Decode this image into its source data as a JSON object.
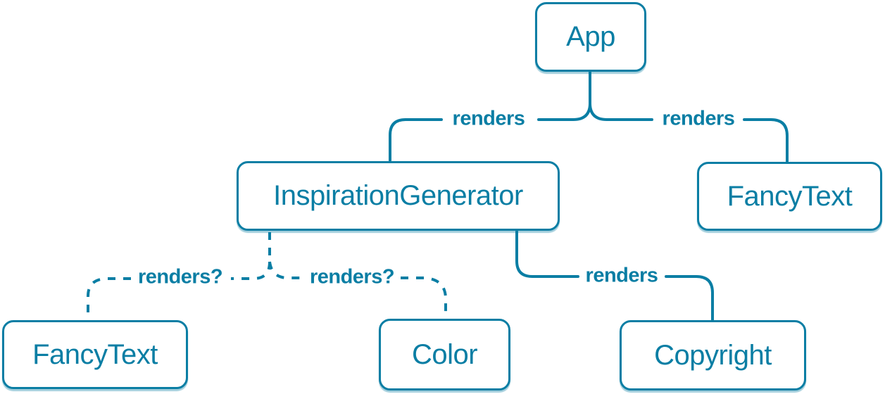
{
  "colors": {
    "accent": "#0a7ea4",
    "node_background": "#ffffff"
  },
  "nodes": [
    {
      "id": "app",
      "label": "App"
    },
    {
      "id": "inspiration-generator",
      "label": "InspirationGenerator"
    },
    {
      "id": "fancy-text-top",
      "label": "FancyText"
    },
    {
      "id": "fancy-text-bottom",
      "label": "FancyText"
    },
    {
      "id": "color",
      "label": "Color"
    },
    {
      "id": "copyright",
      "label": "Copyright"
    }
  ],
  "edges": [
    {
      "from": "App",
      "to": "InspirationGenerator",
      "label": "renders",
      "style": "solid"
    },
    {
      "from": "App",
      "to": "FancyText",
      "label": "renders",
      "style": "solid"
    },
    {
      "from": "InspirationGenerator",
      "to": "FancyText",
      "label": "renders?",
      "style": "dashed"
    },
    {
      "from": "InspirationGenerator",
      "to": "Color",
      "label": "renders?",
      "style": "dashed"
    },
    {
      "from": "InspirationGenerator",
      "to": "Copyright",
      "label": "renders",
      "style": "solid"
    }
  ]
}
